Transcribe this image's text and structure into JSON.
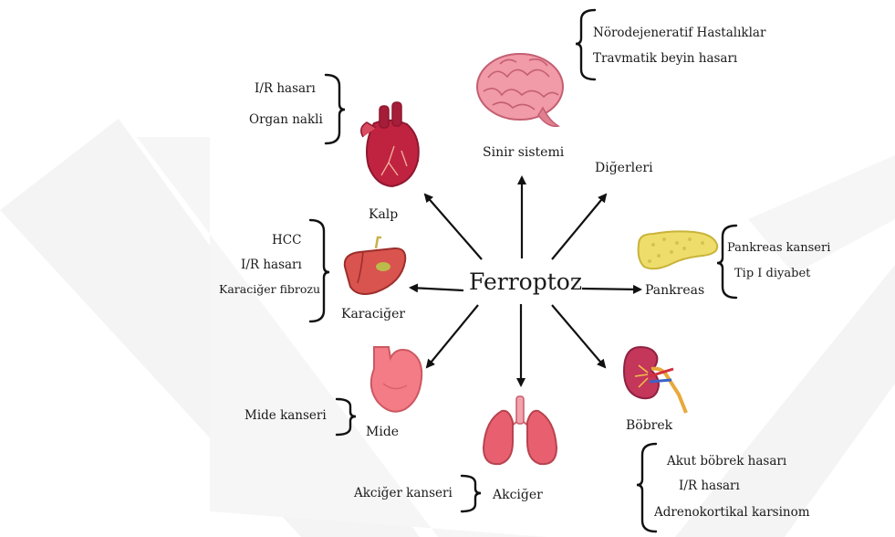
{
  "center": "Ferroptoz",
  "organs": {
    "sinir": {
      "label": "Sinir sistemi",
      "items": [
        "Nörodejeneratif Hastalıklar",
        "Travmatik beyin hasarı"
      ],
      "icon": "brain-icon"
    },
    "kalp": {
      "label": "Kalp",
      "items": [
        "I/R hasarı",
        "Organ nakli"
      ],
      "icon": "heart-icon"
    },
    "digerleri": {
      "label": "Diğerleri"
    },
    "karaciger": {
      "label": "Karaciğer",
      "items": [
        "HCC",
        "I/R hasarı",
        "Karaciğer fibrozu"
      ],
      "icon": "liver-icon"
    },
    "pankreas": {
      "label": "Pankreas",
      "items": [
        "Pankreas kanseri",
        "Tip I diyabet"
      ],
      "icon": "pancreas-icon"
    },
    "mide": {
      "label": "Mide",
      "items": [
        "Mide kanseri"
      ],
      "icon": "stomach-icon"
    },
    "akciger": {
      "label": "Akciğer",
      "items": [
        "Akciğer kanseri"
      ],
      "icon": "lungs-icon"
    },
    "bobrek": {
      "label": "Böbrek",
      "items": [
        "Akut böbrek hasarı",
        "I/R hasarı",
        "Adrenokortikal karsinom"
      ],
      "icon": "kidney-icon"
    }
  },
  "colors": {
    "brain": "#f19aa8",
    "heart": "#c0233f",
    "liver": "#d9534f",
    "pancreas": "#eedd6a",
    "stomach": "#f47c86",
    "lungs": "#e8606f",
    "kidney": "#c4365a",
    "watermark": "#f3f3f3",
    "line": "#111111"
  }
}
